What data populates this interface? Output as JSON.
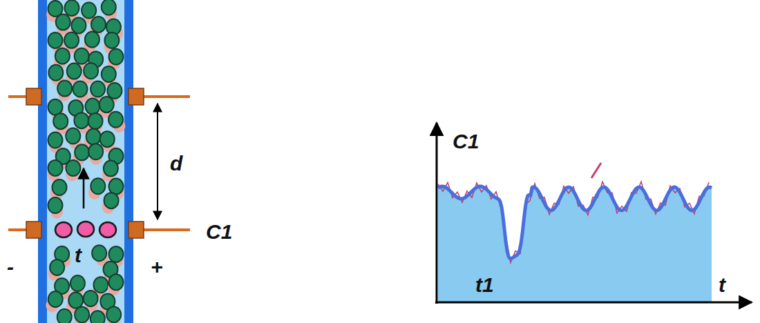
{
  "diagram": {
    "labels": [
      "d",
      "C1",
      "-",
      "t",
      "+",
      "C1",
      "t1",
      "t"
    ]
  }
}
